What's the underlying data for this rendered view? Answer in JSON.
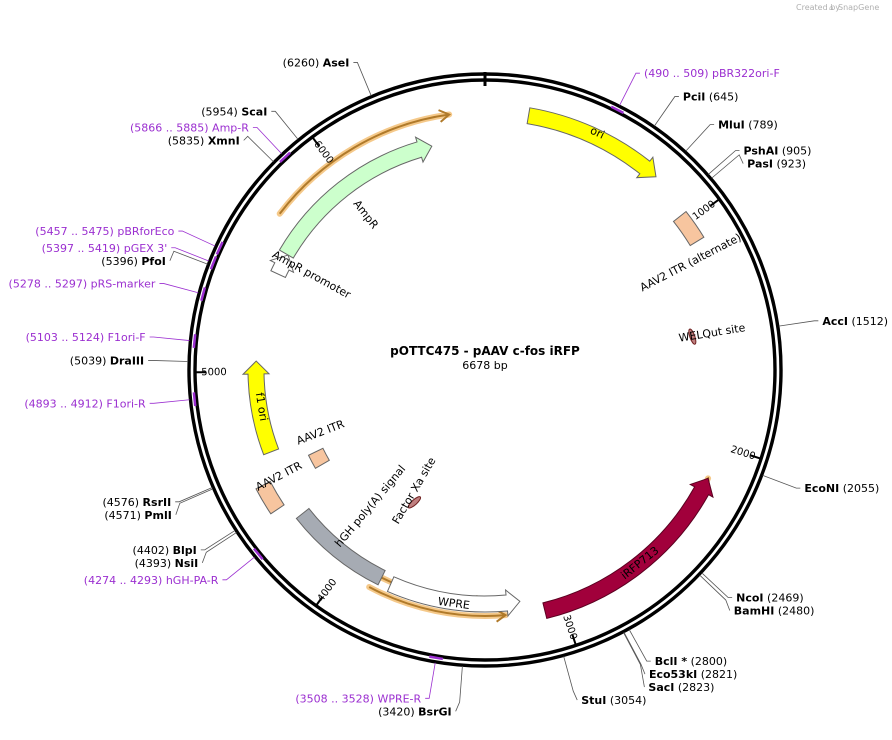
{
  "credit": {
    "created_by": "Created by",
    "brand": "SnapGene"
  },
  "plasmid": {
    "name": "pOTTC475 - pAAV c-fos iRFP",
    "size_label": "6678 bp",
    "length": 6678
  },
  "colors": {
    "backbone": "#000000",
    "primer": "#9b2fd0",
    "ori": "#ffff00",
    "itr": "#f7c59f",
    "ampr": "#ccffcc",
    "wpre": "#ffffff",
    "polya": "#a6abb3",
    "irfp": "#a1003b",
    "orf_line": "#b07a2a",
    "orf_halo": "#f5c98a"
  },
  "ticks": [
    {
      "pos": 1000,
      "label": "1000"
    },
    {
      "pos": 2000,
      "label": "2000"
    },
    {
      "pos": 3000,
      "label": "3000"
    },
    {
      "pos": 4000,
      "label": "4000"
    },
    {
      "pos": 5000,
      "label": "5000"
    },
    {
      "pos": 6000,
      "label": "6000"
    }
  ],
  "sites": [
    {
      "name": "AseI",
      "pos_text": "(6260)",
      "pos": 6260,
      "side": "left"
    },
    {
      "name": "ScaI",
      "pos_text": "(5954)",
      "pos": 5954,
      "side": "left"
    },
    {
      "name": "XmnI",
      "pos_text": "(5835)",
      "pos": 5835,
      "side": "left"
    },
    {
      "name": "PfoI",
      "pos_text": "(5396)",
      "pos": 5396,
      "side": "left"
    },
    {
      "name": "DraIII",
      "pos_text": "(5039)",
      "pos": 5039,
      "side": "left"
    },
    {
      "name": "RsrII",
      "pos_text": "(4576)",
      "pos": 4576,
      "side": "left"
    },
    {
      "name": "PmlI",
      "pos_text": "(4571)",
      "pos": 4571,
      "side": "left"
    },
    {
      "name": "BlpI",
      "pos_text": "(4402)",
      "pos": 4402,
      "side": "left"
    },
    {
      "name": "NsiI",
      "pos_text": "(4393)",
      "pos": 4393,
      "side": "left"
    },
    {
      "name": "BsrGI",
      "pos_text": "(3420)",
      "pos": 3420,
      "side": "left"
    },
    {
      "name": "PciI",
      "pos_text": "(645)",
      "pos": 645,
      "side": "right"
    },
    {
      "name": "MluI",
      "pos_text": "(789)",
      "pos": 789,
      "side": "right"
    },
    {
      "name": "PshAI",
      "pos_text": "(905)",
      "pos": 905,
      "side": "right"
    },
    {
      "name": "PasI",
      "pos_text": "(923)",
      "pos": 923,
      "side": "right"
    },
    {
      "name": "AccI",
      "pos_text": "(1512)",
      "pos": 1512,
      "side": "right"
    },
    {
      "name": "EcoNI",
      "pos_text": "(2055)",
      "pos": 2055,
      "side": "right"
    },
    {
      "name": "NcoI",
      "pos_text": "(2469)",
      "pos": 2469,
      "side": "right"
    },
    {
      "name": "BamHI",
      "pos_text": "(2480)",
      "pos": 2480,
      "side": "right"
    },
    {
      "name": "BclI *",
      "pos_text": "(2800)",
      "pos": 2800,
      "side": "right"
    },
    {
      "name": "Eco53kI",
      "pos_text": "(2821)",
      "pos": 2821,
      "side": "right"
    },
    {
      "name": "SacI",
      "pos_text": "(2823)",
      "pos": 2823,
      "side": "right"
    },
    {
      "name": "StuI",
      "pos_text": "(3054)",
      "pos": 3054,
      "side": "right"
    }
  ],
  "primers": [
    {
      "range": "(490 .. 509)",
      "name": "pBR322ori-F",
      "pos": 500,
      "side": "right"
    },
    {
      "range": "(5866 .. 5885)",
      "name": "Amp-R",
      "pos": 5876,
      "side": "left"
    },
    {
      "range": "(5457 .. 5475)",
      "name": "pBRforEco",
      "pos": 5466,
      "side": "left"
    },
    {
      "range": "(5397 .. 5419)",
      "name": "pGEX 3'",
      "pos": 5408,
      "side": "left"
    },
    {
      "range": "(5278 .. 5297)",
      "name": "pRS-marker",
      "pos": 5288,
      "side": "left"
    },
    {
      "range": "(5103 .. 5124)",
      "name": "F1ori-F",
      "pos": 5114,
      "side": "left"
    },
    {
      "range": "(4893 .. 4912)",
      "name": "F1ori-R",
      "pos": 4902,
      "side": "left"
    },
    {
      "range": "(4274 .. 4293)",
      "name": "hGH-PA-R",
      "pos": 4284,
      "side": "left"
    },
    {
      "range": "(3508 .. 3528)",
      "name": "WPRE-R",
      "pos": 3518,
      "side": "left"
    }
  ],
  "features": [
    {
      "name": "ori",
      "kind": "arrow",
      "start": 180,
      "end": 770,
      "dir": 1,
      "color": "ori"
    },
    {
      "name": "AAV2 ITR (alternate)",
      "kind": "box",
      "start": 960,
      "end": 1090,
      "color": "itr"
    },
    {
      "name": "WELQut site",
      "kind": "site",
      "pos": 1500
    },
    {
      "name": "iRFP713",
      "kind": "arrow",
      "start": 2150,
      "end": 3080,
      "dir": -1,
      "color": "irfp"
    },
    {
      "name": "WPRE",
      "kind": "arrow",
      "start": 3180,
      "end": 3780,
      "dir": -1,
      "color": "wpre"
    },
    {
      "name": "Factor Xa site",
      "kind": "site",
      "pos": 3860
    },
    {
      "name": "hGH poly(A) signal",
      "kind": "box",
      "start": 3830,
      "end": 4300,
      "color": "polya"
    },
    {
      "name": "AAV2 ITR",
      "kind": "box",
      "start": 4380,
      "end": 4500,
      "color": "itr"
    },
    {
      "name": "AAV2 ITR",
      "kind": "box",
      "start": 4450,
      "end": 4530,
      "color": "itr"
    },
    {
      "name": "f1 ori",
      "kind": "arrow",
      "start": 4620,
      "end": 5050,
      "dir": 1,
      "color": "ori"
    },
    {
      "name": "AmpR promoter",
      "kind": "arrow",
      "start": 5470,
      "end": 5570,
      "dir": 1,
      "color": "white"
    },
    {
      "name": "AmpR",
      "kind": "arrow",
      "start": 5570,
      "end": 6430,
      "dir": 1,
      "color": "ampr"
    }
  ],
  "orfs": [
    {
      "start": 2150,
      "end": 3020,
      "dir": -1
    },
    {
      "start": 3250,
      "end": 3860,
      "dir": -1
    },
    {
      "start": 3340,
      "end": 3880,
      "dir": -1
    },
    {
      "start": 5700,
      "end": 6530,
      "dir": 1
    }
  ]
}
